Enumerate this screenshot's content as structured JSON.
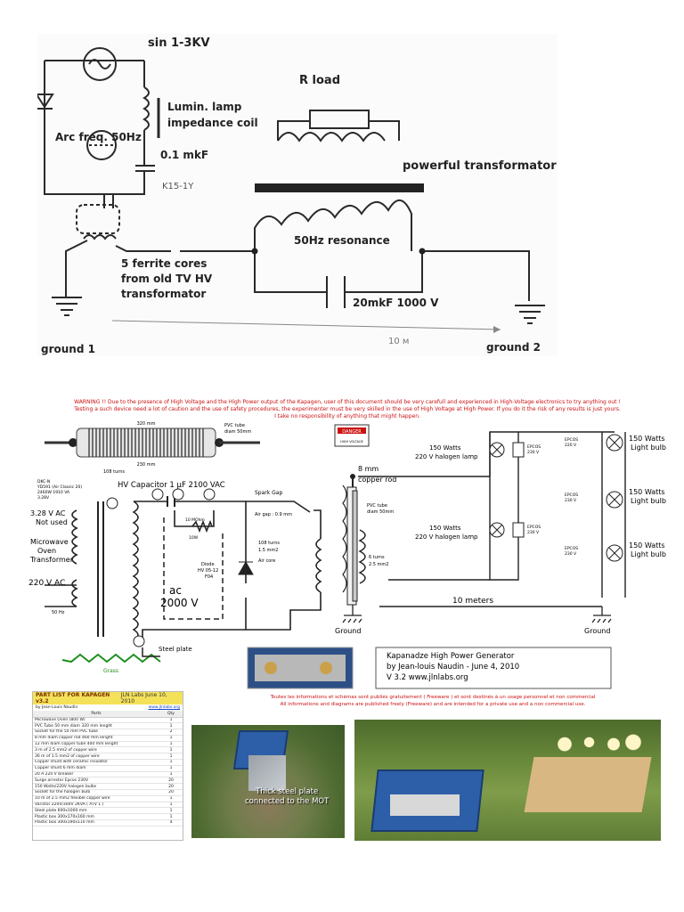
{
  "top_diagram": {
    "supply_label": "sin 1-3KV",
    "arc_label": "Arc freq. 50Hz",
    "coil_label_1": "Lumin. lamp",
    "coil_label_2": "impedance coil",
    "cap_label": "0.1 mkF",
    "cap_type": "K15-1Y",
    "rload_label": "R load",
    "transformer_label": "powerful transformator",
    "resonance_label": "50Hz resonance",
    "ferrite_label_1": "5 ferrite cores",
    "ferrite_label_2": "from old TV HV",
    "ferrite_label_3": "transformator",
    "capacitor_label": "20mkF 1000 V",
    "ground1_label": "ground 1",
    "ground2_label": "ground 2",
    "distance_label": "10 м"
  },
  "bottom_diagram": {
    "warning_1": "WARNING !! Due to the presence of High Voltage and the High Power output of the Kapagen, user of this document should be very carefull and experienced in High-Voltage electronics to try anything out !",
    "warning_2": "Testing a such device need a lot of caution and the use of safety procedures, the experimenter must be very skilled in the use of High Voltage at High Power.       If you do it the risk of any results is just yours.",
    "warning_3": "I take no responsibility of anything that might happen.",
    "coil_dim_top": "320 mm",
    "coil_dim_bottom": "230 mm",
    "coil_turns": "108 turns",
    "pvc_tube": "PVC tube",
    "pvc_diam": "diam 50mm",
    "danger": "DANGER",
    "high_voltage": "HIGH VOLTAGE",
    "mot_spec_1": "DKC-N",
    "mot_spec_2": "YD591 (Air Classic 20)",
    "mot_spec_3": "2460W 1910 VA",
    "mot_spec_4": "3.28V",
    "hv_cap": "HV Capacitor 1 μF 2100 VAC",
    "spark_gap": "Spark Gap",
    "air_gap": "Air gap : 0.9 mm",
    "resistor": "10 MOhm",
    "resistor_2": "10W",
    "low_v_1": "3.28 V AC",
    "low_v_2": "Not used",
    "mot_1": "Microwave",
    "mot_2": "Oven",
    "mot_3": "Transformer",
    "mains": "220 V AC",
    "mains_freq": "50 Hz",
    "diode_1": "Diode",
    "diode_2": "HV 05-12",
    "diode_3": "F04",
    "ac_1": "ac",
    "ac_2": "2000 V",
    "copper_rod_1": "8 mm",
    "copper_rod_2": "copper rod",
    "primary_1": "108 turns",
    "primary_2": "1.5 mm2",
    "primary_3": "Air core",
    "secondary_1": "6 turns",
    "secondary_2": "2.5 mm2",
    "halogen_1": "150 Watts",
    "halogen_2": "220 V halogen lamp",
    "halogen_3": "150 Watts",
    "halogen_4": "220 V halogen lamp",
    "epcos": "EPCOS",
    "epcos_v": "230 V",
    "epcos_v2": "220 V",
    "bulb_1": "150 Watts",
    "bulb_2": "Light bulb",
    "distance": "10 meters",
    "ground": "Ground",
    "steel_plate": "Steel plate",
    "grass": "Grass",
    "title_1": "Kapanadze High Power Generator",
    "title_2": "by Jean-louis Naudin - June 4, 2010",
    "title_3": "V 3.2      www.jlnlabs.org",
    "freeware_1": "Toutes les informations et schémas sont publiés gratuitement ( Freeware ) et sont destinés à un usage personnel et non commercial",
    "freeware_2": "All informations and diagrams are published freely (Freeware) and are intended for a private use and a non commercial use."
  },
  "parts_list": {
    "title": "PART LIST FOR KAPAGEN v3.2",
    "date": "JLN Labs June 10, 2010",
    "author": "by Jean-Louis Naudin",
    "site": "www.jlnlabs.org",
    "col_parts": "Parts",
    "col_qty": "Qty",
    "rows": [
      {
        "part": "Microwave Oven (800 W)",
        "qty": "1"
      },
      {
        "part": "PVC Tube 50 mm diam 320 mm lenght",
        "qty": "1"
      },
      {
        "part": "Socket for the 50 mm PVC tube",
        "qty": "2"
      },
      {
        "part": "8 mm diam copper rod 460 mm lenght",
        "qty": "1"
      },
      {
        "part": "12 mm diam copper tube 400 mm lenght",
        "qty": "1"
      },
      {
        "part": "3 m of 2.5 mm2 of copper wire",
        "qty": "1"
      },
      {
        "part": "36 m of 1.5 mm2 of copper wire",
        "qty": "1"
      },
      {
        "part": "Copper shunt with ceramic insulator",
        "qty": "1"
      },
      {
        "part": "Copper shunt 6 mm diam",
        "qty": "1"
      },
      {
        "part": "20 A 220 V breaker",
        "qty": "1"
      },
      {
        "part": "Surge arrestor Epcos 230V",
        "qty": "20"
      },
      {
        "part": "150 Watts/220V halogen bulbs",
        "qty": "20"
      },
      {
        "part": "Socket for the halogen bulb",
        "qty": "20"
      },
      {
        "part": "10 m of 2.5 mm2 flexible copper wire",
        "qty": "1"
      },
      {
        "part": "Varistor 220V/300V 2KVA ( ATV 1 )",
        "qty": "1"
      },
      {
        "part": "Steel plate 600x1000 mm",
        "qty": "1"
      },
      {
        "part": "Plastic box 300x170x160 mm",
        "qty": "1"
      },
      {
        "part": "Plastic box 300x190x110 mm",
        "qty": "4"
      }
    ]
  },
  "photo_caption_1": "Thick steel plate",
  "photo_caption_2": "connected to the MOT"
}
